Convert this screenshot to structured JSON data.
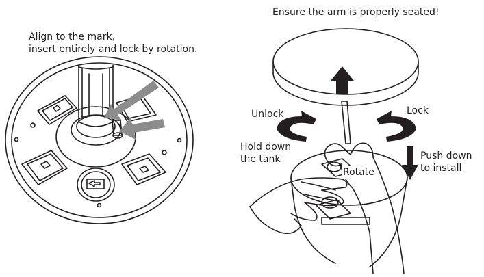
{
  "left_panel": {
    "caption_line1": "Align to the mark,",
    "caption_line2": "insert entirely and lock by rotation."
  },
  "right_panel": {
    "caption": "Ensure the arm is properly seated!",
    "unlock_label": "Unlock",
    "lock_label": "Lock",
    "hold_line1": "Hold down",
    "hold_line2": "the tank",
    "push_line1": "Push down",
    "push_line2": "to install",
    "rotate_label": "Rotate"
  },
  "colors": {
    "line": "#231f20",
    "arrow_fill": "#231f20",
    "pointer_gray": "#8c8c8c",
    "background": "#ffffff"
  }
}
